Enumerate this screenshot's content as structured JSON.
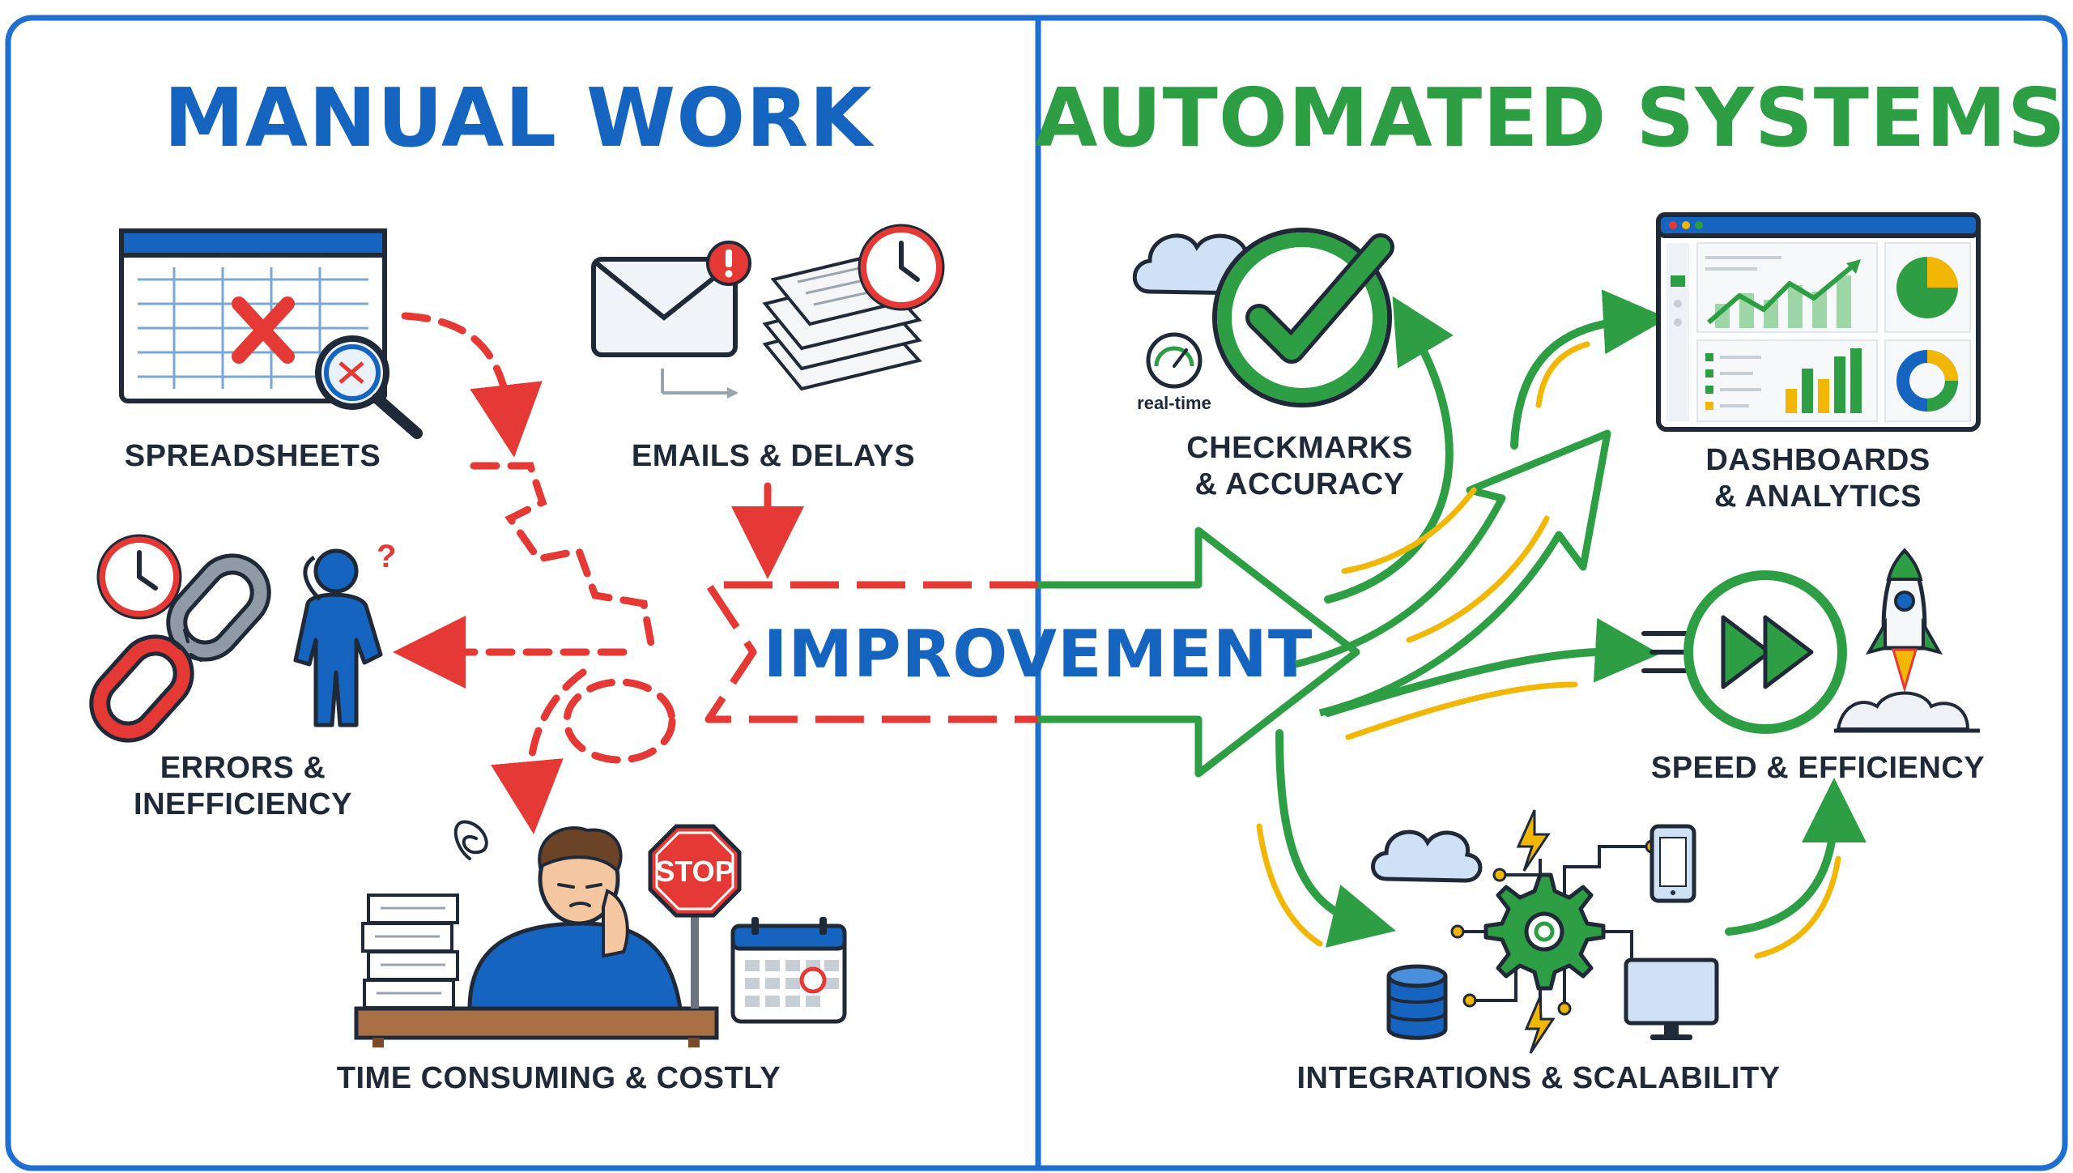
{
  "panels": {
    "left_title": "MANUAL WORK",
    "right_title": "AUTOMATED SYSTEMS"
  },
  "manual": {
    "spreadsheets": "SPREADSHEETS",
    "emails": "EMAILS & DELAYS",
    "errors_line1": "ERRORS &",
    "errors_line2": "INEFFICIENCY",
    "time": "TIME CONSUMING & COSTLY",
    "stop_sign": "STOP"
  },
  "automated": {
    "checkmarks_line1": "CHECKMARKS",
    "checkmarks_line2": "& ACCURACY",
    "realtime": "real-time",
    "dashboards_line1": "DASHBOARDS",
    "dashboards_line2": "& ANALYTICS",
    "speed": "SPEED & EFFICIENCY",
    "integrations": "INTEGRATIONS & SCALABILITY"
  },
  "center": {
    "improvement": "IMPROVEMENT"
  },
  "colors": {
    "blue": "#1565c0",
    "green": "#2e9e44",
    "red": "#e53935",
    "yellow": "#f2b705",
    "ink": "#1f2937",
    "frame": "#1e6fd0"
  }
}
